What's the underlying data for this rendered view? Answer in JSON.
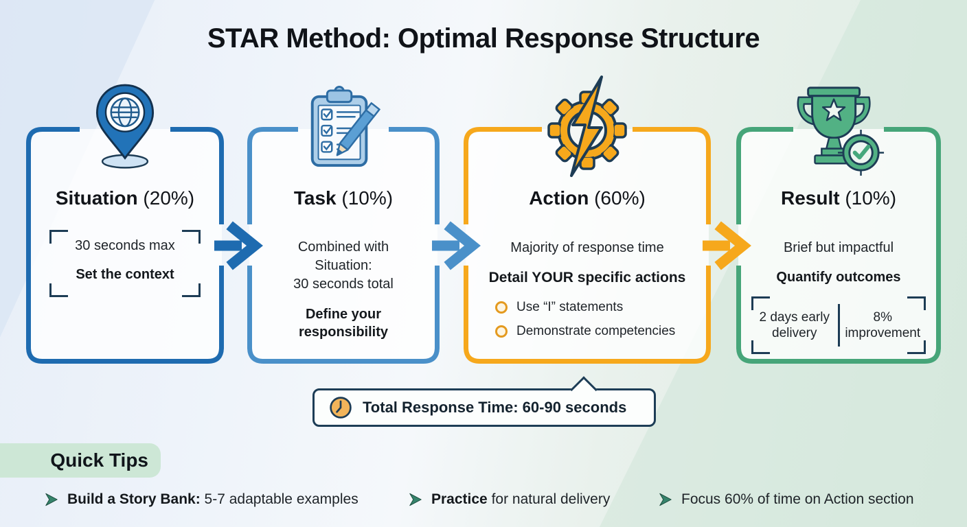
{
  "title": "STAR Method: Optimal Response Structure",
  "steps": [
    {
      "name": "Situation",
      "pct": "(20%)",
      "body1": "30 seconds max",
      "body2": "Set the context",
      "icon": "map-pin-globe-icon"
    },
    {
      "name": "Task",
      "pct": "(10%)",
      "body1": "Combined with\nSituation:\n30 seconds total",
      "body2": "Define your\nresponsibility",
      "icon": "clipboard-checklist-icon"
    },
    {
      "name": "Action",
      "pct": "(60%)",
      "body1": "Majority of response time",
      "body2": "Detail YOUR specific actions",
      "bullets": [
        "Use “I” statements",
        "Demonstrate competencies"
      ],
      "icon": "gear-lightning-icon"
    },
    {
      "name": "Result",
      "pct": "(10%)",
      "body1": "Brief but impactful",
      "body2": "Quantify outcomes",
      "metrics": [
        "2 days early\ndelivery",
        "8%\nimprovement"
      ],
      "icon": "trophy-target-icon"
    }
  ],
  "callout": {
    "icon": "clock-icon",
    "text": "Total Response Time: 60-90 seconds"
  },
  "quick_tips": {
    "heading": "Quick Tips",
    "tips": [
      {
        "bold": "Build a Story Bank:",
        "text": " 5-7 adaptable examples"
      },
      {
        "bold": "Practice",
        "text": " for natural delivery"
      },
      {
        "bold": "",
        "text": "Focus 60% of time on Action section"
      }
    ]
  },
  "colors": {
    "situation": "#1e6bb0",
    "task": "#4a90c9",
    "action": "#f6a81c",
    "result": "#46a579",
    "navy": "#1d3c55"
  }
}
